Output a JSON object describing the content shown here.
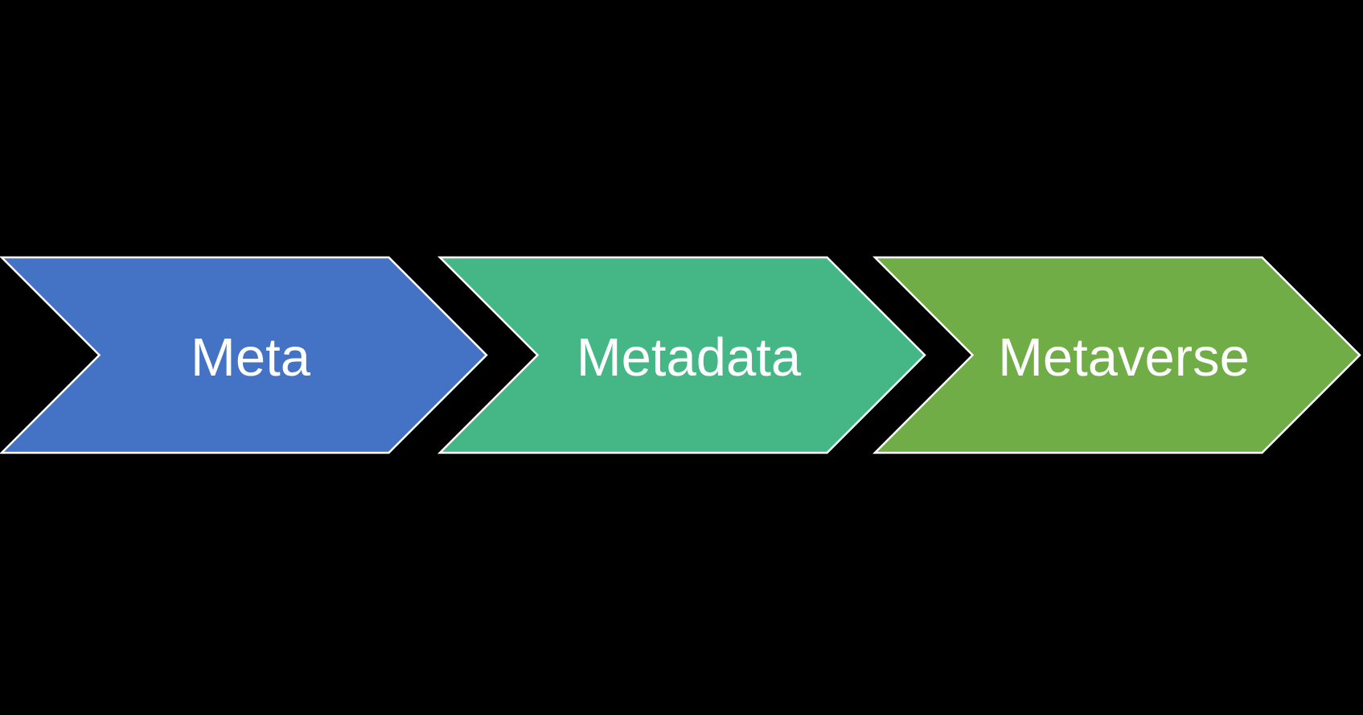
{
  "diagram": {
    "type": "chevron-process",
    "background_color": "#000000",
    "outline_color": "#FFFFFF",
    "text_color": "#FFFFFF",
    "steps": [
      {
        "label": "Meta",
        "color": "#4472C4"
      },
      {
        "label": "Metadata",
        "color": "#45B786"
      },
      {
        "label": "Metaverse",
        "color": "#70AD47"
      }
    ]
  }
}
